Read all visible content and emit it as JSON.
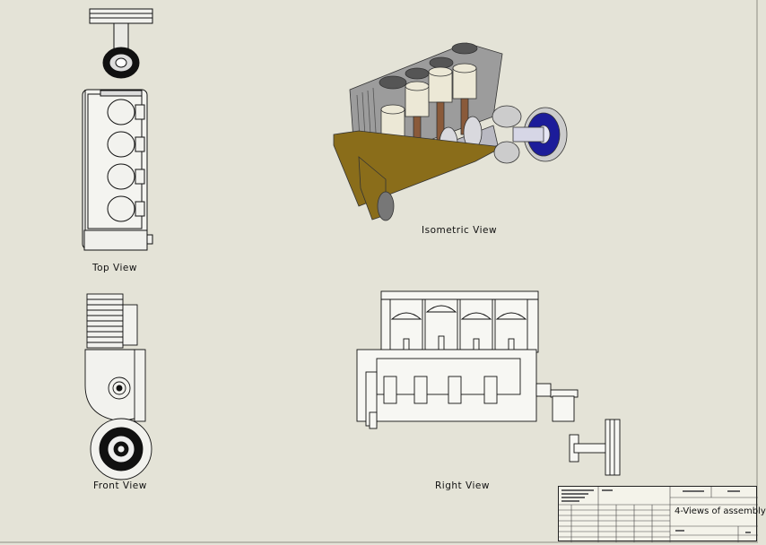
{
  "views": {
    "top": {
      "caption": "Top View"
    },
    "isometric": {
      "caption": "Isometric View"
    },
    "front": {
      "caption": "Front View"
    },
    "right": {
      "caption": "Right View"
    }
  },
  "title_block": {
    "title": "4-Views of assembly"
  },
  "colors": {
    "sheet": "#e4e3d7",
    "line": "#111111",
    "block": "#c8c8c8",
    "base_plate": "#8a6d1a",
    "piston": "#ece8d6",
    "rod": "#8a5a3a",
    "flywheel_blue": "#1c1c9a"
  }
}
